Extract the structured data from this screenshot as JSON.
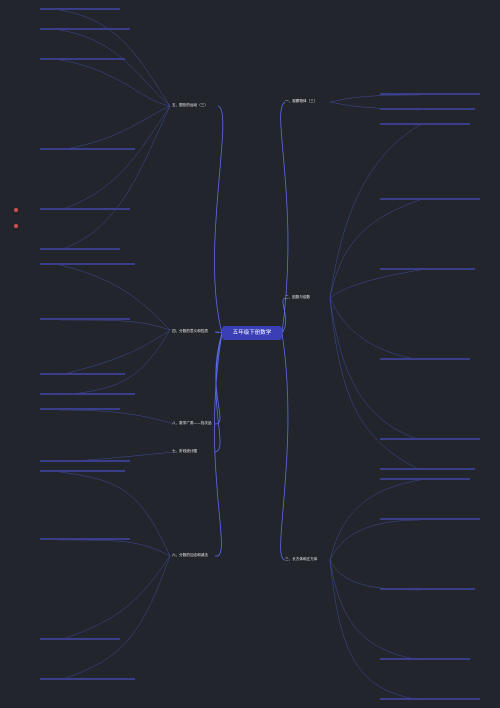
{
  "center": "五年级下册数学",
  "branches": {
    "b1": "一、观察物体（三）",
    "b2": "二、因数与倍数",
    "b3": "三、长方体和正方体",
    "b4": "四、分数的意义和性质",
    "b5": "五、图形的运动（三）",
    "b6": "六、分数的加法和减法",
    "b7": "七、折线统计图",
    "b8": "八、数学广角——找次品"
  },
  "colors": {
    "line": "#5a6cf0",
    "bg": "#22252b",
    "center": "#3b3fb5",
    "text": "#c9cbe6"
  }
}
